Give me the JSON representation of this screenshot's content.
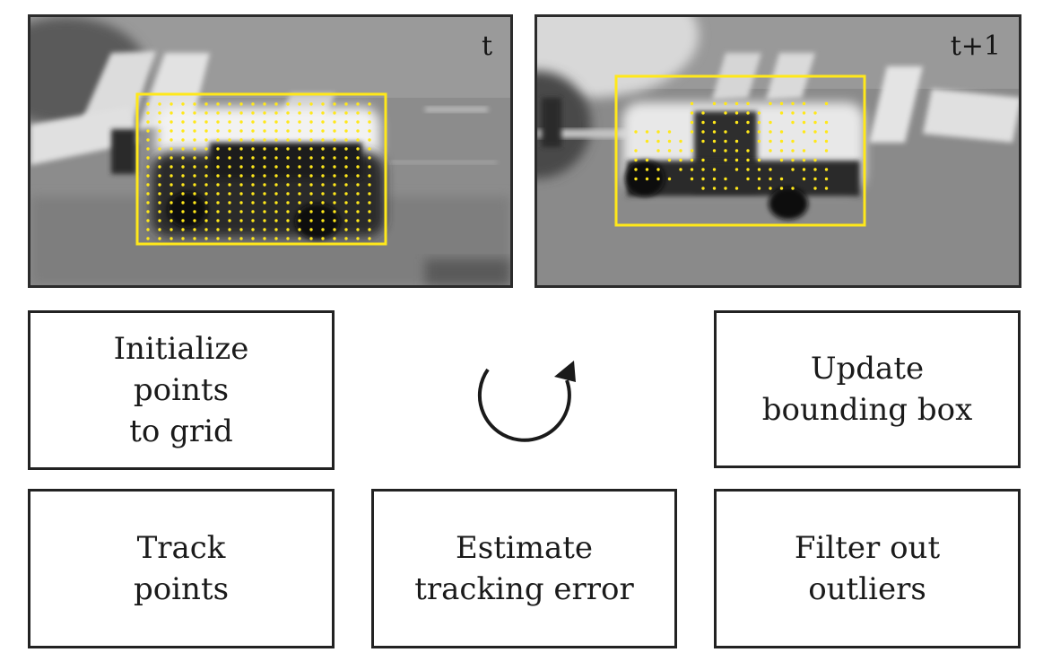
{
  "frames": {
    "t": {
      "label": "t"
    },
    "t1": {
      "label": "t+1"
    }
  },
  "steps": {
    "initialize": "Initialize\npoints\nto grid",
    "update": "Update\nbounding box",
    "track": "Track\npoints",
    "estimate": "Estimate\ntracking error",
    "filter": "Filter out\noutliers"
  },
  "icons": {
    "cycle": "cycle-arrow-icon"
  },
  "colors": {
    "box_border": "#222222",
    "tracking_yellow": "#ffe81a",
    "frame_border": "#2b2b2b"
  }
}
